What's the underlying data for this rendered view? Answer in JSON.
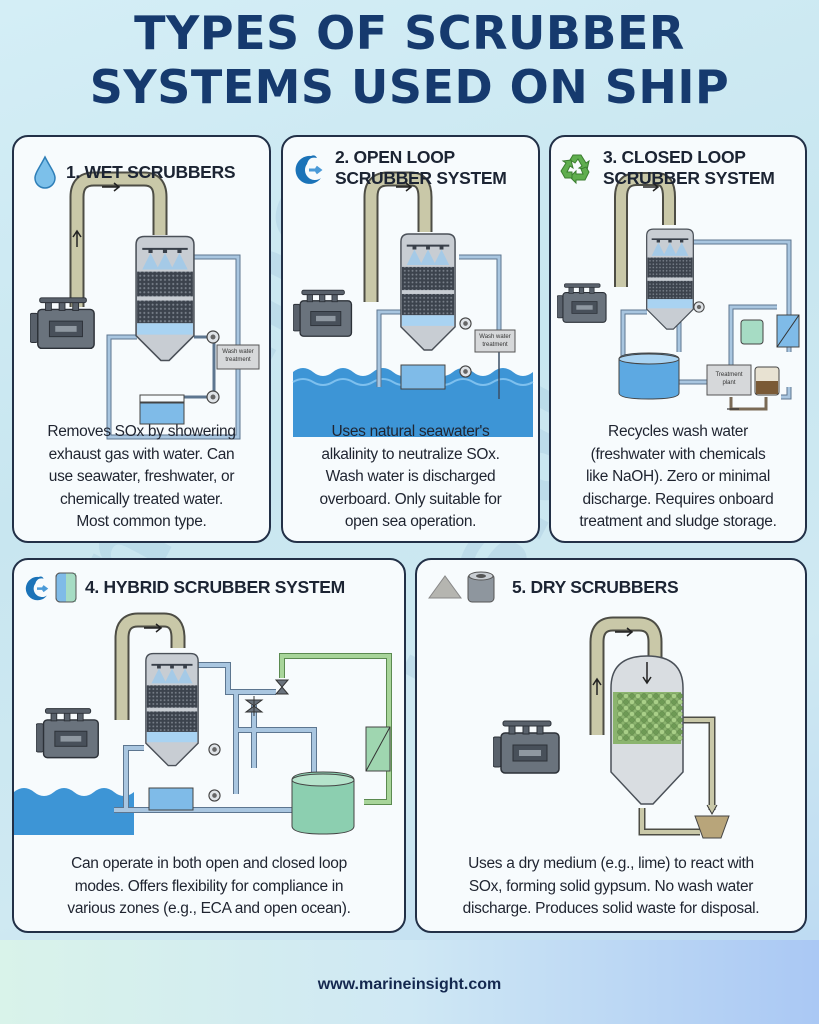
{
  "title": {
    "line1": "TYPES OF SCRUBBER",
    "line2": "SYSTEMS USED ON SHIP"
  },
  "colors": {
    "title": "#163a6e",
    "pipe_gas": "#c9c8a8",
    "water": "#4a9ad8",
    "treated": "#8cc98a",
    "card_border": "#223047"
  },
  "cards": [
    {
      "title": [
        "1. WET SCRUBBERS"
      ],
      "icons": [
        "water-drop-icon"
      ],
      "labels": {
        "treatment": "Wash water treatment"
      },
      "description": [
        "Removes SOx by showering",
        "exhaust gas with water. Can",
        "use seawater, freshwater, or",
        "chemically treated water.",
        "Most common type."
      ]
    },
    {
      "title": [
        "2. OPEN LOOP",
        "SCRUBBER SYSTEM"
      ],
      "icons": [
        "wave-arrow-icon"
      ],
      "labels": {
        "treatment": "Wash water treatment"
      },
      "description": [
        "Uses natural seawater's",
        "alkalinity to neutralize SOx.",
        "Wash water is discharged",
        "overboard. Only suitable for",
        "open sea operation."
      ]
    },
    {
      "title": [
        "3. CLOSED LOOP",
        "SCRUBBER SYSTEM"
      ],
      "icons": [
        "recycle-icon"
      ],
      "labels": {
        "treatment": "Treatment plant"
      },
      "description": [
        "Recycles wash water",
        "(freshwater with chemicals",
        "like NaOH). Zero or minimal",
        "discharge. Requires onboard",
        "treatment and sludge storage."
      ]
    },
    {
      "title": [
        "4. HYBRID SCRUBBER SYSTEM"
      ],
      "icons": [
        "wave-arrow-icon",
        "tank-icon"
      ],
      "description": [
        "Can operate in both open and closed loop",
        "modes. Offers flexibility for compliance in",
        "various zones (e.g., ECA and open ocean)."
      ]
    },
    {
      "title": [
        "5. DRY SCRUBBERS"
      ],
      "icons": [
        "powder-pile-icon",
        "filter-cartridge-icon"
      ],
      "description": [
        "Uses a dry medium (e.g., lime) to react with",
        "SOx, forming solid gypsum. No wash water",
        "discharge. Produces solid waste for disposal."
      ]
    }
  ],
  "watermark": "marine insight",
  "footer": {
    "url": "www.marineinsight.com"
  }
}
